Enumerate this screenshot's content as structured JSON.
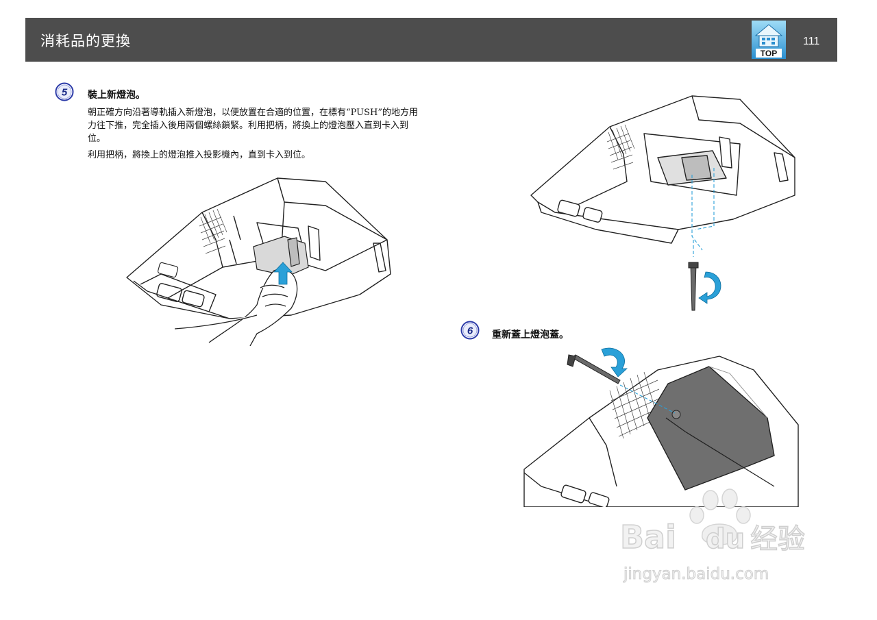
{
  "header": {
    "title": "消耗品的更換",
    "top_label": "TOP",
    "page_number": "111",
    "top_icon": "house-icon"
  },
  "steps": [
    {
      "number": "5",
      "title": "裝上新燈泡。",
      "paragraphs": [
        "朝正確方向沿著導軌插入新燈泡，以便放置在合適的位置，在標有“PUSH”的地方用力往下推，完全插入後用兩個螺絲鎖緊。利用把柄，將換上的燈泡壓入直到卡入到位。",
        "利用把柄，將換上的燈泡推入投影機內，直到卡入到位。"
      ]
    },
    {
      "number": "6",
      "title": "重新蓋上燈泡蓋。"
    }
  ],
  "watermark": {
    "brand_latin_1": "Bai",
    "brand_latin_2": "du",
    "brand_cjk": "经验",
    "url": "jingyan.baidu.com"
  },
  "colors": {
    "header_bg": "#4d4d4d",
    "accent_blue": "#2aa0d8",
    "badge_blue": "#2b3aa8",
    "cover_gray": "#6f6f6f"
  }
}
